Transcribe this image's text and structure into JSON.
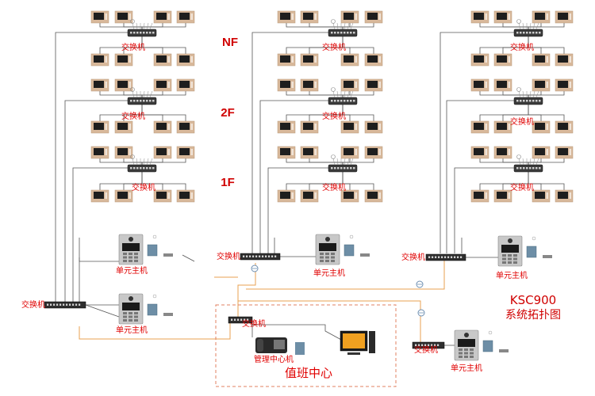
{
  "floors": {
    "top": "NF",
    "mid": "2F",
    "bottom": "1F"
  },
  "labels": {
    "switch": "交换机",
    "unit_host": "单元主机",
    "manager_console": "管理中心机",
    "duty_center": "值班中心"
  },
  "title": {
    "line1": "KSC900",
    "line2": "系统拓扑图"
  },
  "colors": {
    "wire": "#555555",
    "orange_wire": "#e8a050",
    "label_red": "#e00000",
    "dashed_box": "#e08060",
    "monitor_frame": "#d8b89a",
    "monitor_screen": "#1e1e1e"
  }
}
